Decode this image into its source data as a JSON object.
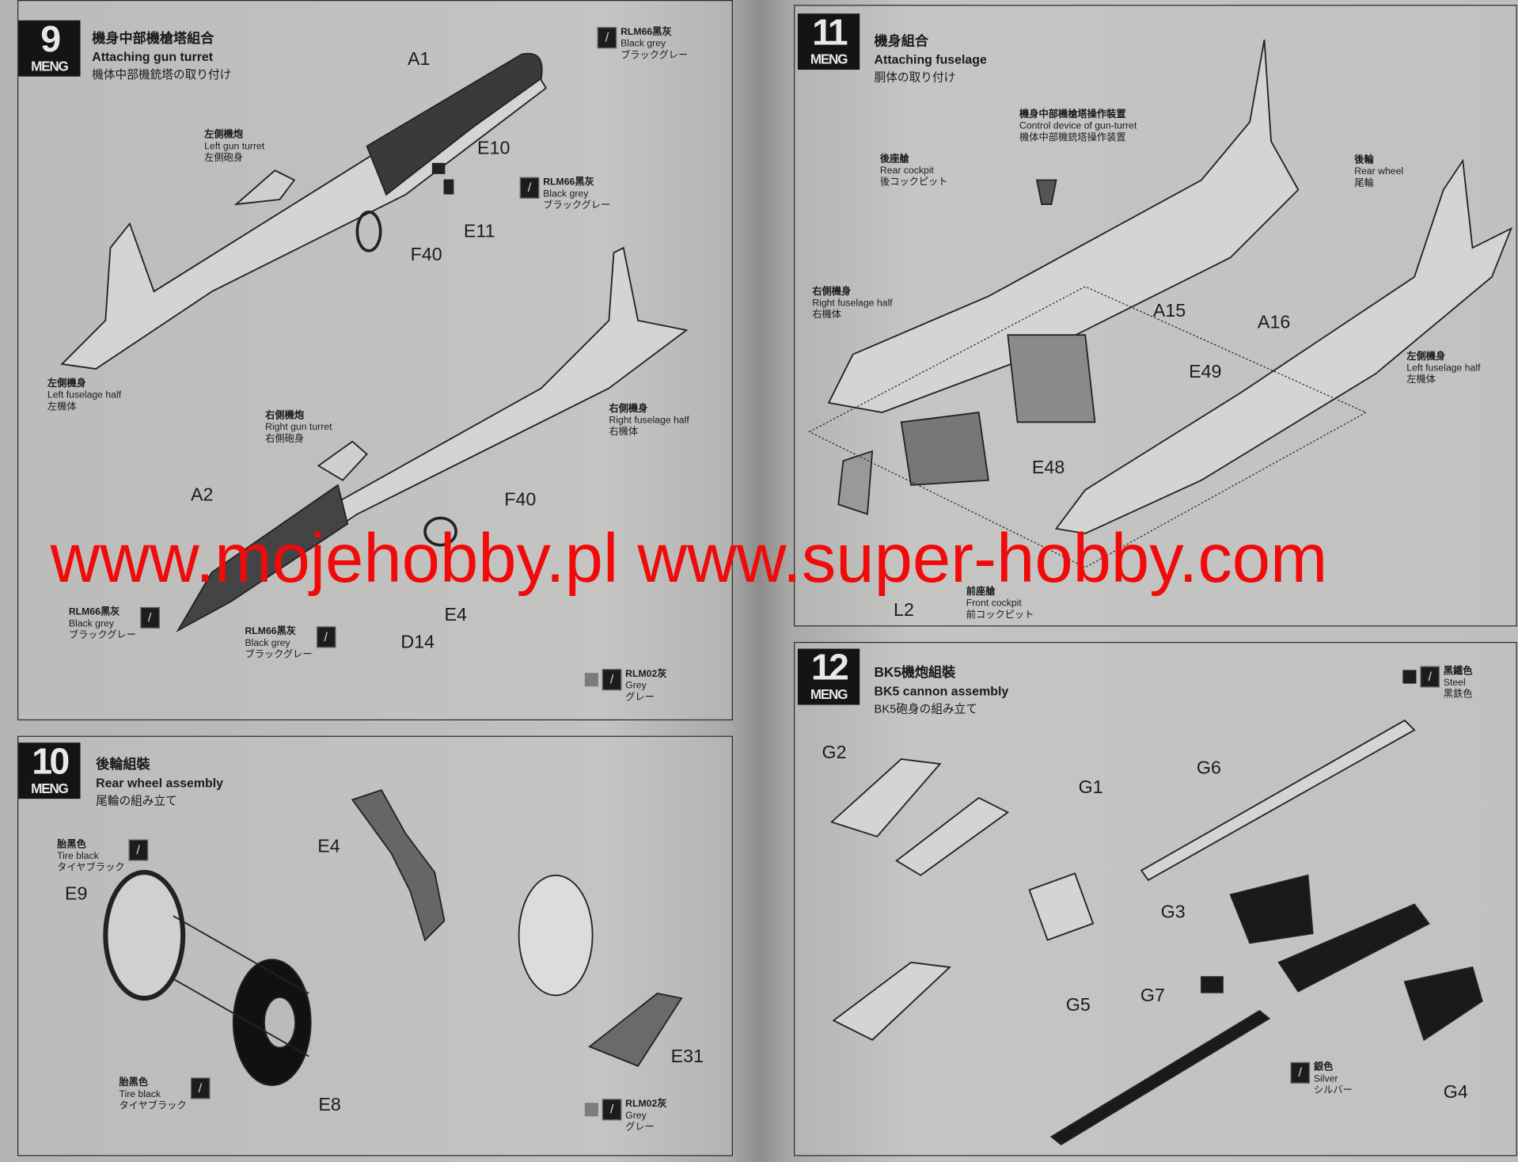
{
  "brand": "MENG",
  "watermark": "www.mojehobby.pl www.super-hobby.com",
  "colors": {
    "watermark": "#f10a0a",
    "rlm02_grey": "#7c7c7c",
    "steel": "#1e1e1e"
  },
  "steps": [
    {
      "number": "9",
      "title_zh": "機身中部機槍塔組合",
      "title_en": "Attaching gun turret",
      "title_ja": "機体中部機銃塔の取り付け",
      "parts": [
        "A1",
        "E10",
        "E11",
        "F40",
        "A2",
        "F40",
        "E4",
        "D14"
      ],
      "callouts": [
        {
          "zh": "左側機炮",
          "en": "Left gun turret",
          "ja": "左側砲身"
        },
        {
          "zh": "左側機身",
          "en": "Left fuselage half",
          "ja": "左機体"
        },
        {
          "zh": "右側機炮",
          "en": "Right gun turret",
          "ja": "右側砲身"
        },
        {
          "zh": "右側機身",
          "en": "Right fuselage half",
          "ja": "右機体"
        }
      ],
      "paints": [
        {
          "zh": "RLM66黑灰",
          "en": "Black grey",
          "ja": "ブラックグレー"
        },
        {
          "zh": "RLM66黑灰",
          "en": "Black grey",
          "ja": "ブラックグレー"
        },
        {
          "zh": "RLM66黑灰",
          "en": "Black grey",
          "ja": "ブラックグレー"
        },
        {
          "zh": "RLM66黑灰",
          "en": "Black grey",
          "ja": "ブラックグレー"
        }
      ],
      "legend": {
        "zh": "RLM02灰",
        "en": "Grey",
        "ja": "グレー"
      }
    },
    {
      "number": "10",
      "title_zh": "後輪組裝",
      "title_en": "Rear wheel assembly",
      "title_ja": "尾輪の組み立て",
      "parts": [
        "E4",
        "E9",
        "E8",
        "E31"
      ],
      "callouts": [
        {
          "zh": "胎黑色",
          "en": "Tire black",
          "ja": "タイヤブラック"
        },
        {
          "zh": "胎黑色",
          "en": "Tire black",
          "ja": "タイヤブラック"
        }
      ],
      "legend": {
        "zh": "RLM02灰",
        "en": "Grey",
        "ja": "グレー"
      }
    },
    {
      "number": "11",
      "title_zh": "機身組合",
      "title_en": "Attaching fuselage",
      "title_ja": "胴体の取り付け",
      "parts": [
        "A15",
        "A16",
        "E49",
        "E48",
        "L2"
      ],
      "callouts": [
        {
          "zh": "機身中部機槍塔操作裝置",
          "en": "Control device of gun-turret",
          "ja": "機体中部機銃塔操作装置"
        },
        {
          "zh": "後座艙",
          "en": "Rear cockpit",
          "ja": "後コックピット"
        },
        {
          "zh": "後輪",
          "en": "Rear wheel",
          "ja": "尾輪"
        },
        {
          "zh": "右側機身",
          "en": "Right fuselage half",
          "ja": "右機体"
        },
        {
          "zh": "左側機身",
          "en": "Left fuselage half",
          "ja": "左機体"
        },
        {
          "zh": "前座艙",
          "en": "Front cockpit",
          "ja": "前コックピット"
        }
      ]
    },
    {
      "number": "12",
      "title_zh": "BK5機炮組裝",
      "title_en": "BK5 cannon assembly",
      "title_ja": "BK5砲身の組み立て",
      "parts": [
        "G2",
        "G1",
        "G6",
        "G3",
        "G7",
        "G5",
        "G4"
      ],
      "paints": [
        {
          "zh": "銀色",
          "en": "Silver",
          "ja": "シルバー"
        }
      ],
      "legend": {
        "zh": "黑鐵色",
        "en": "Steel",
        "ja": "黒鉄色"
      }
    }
  ]
}
